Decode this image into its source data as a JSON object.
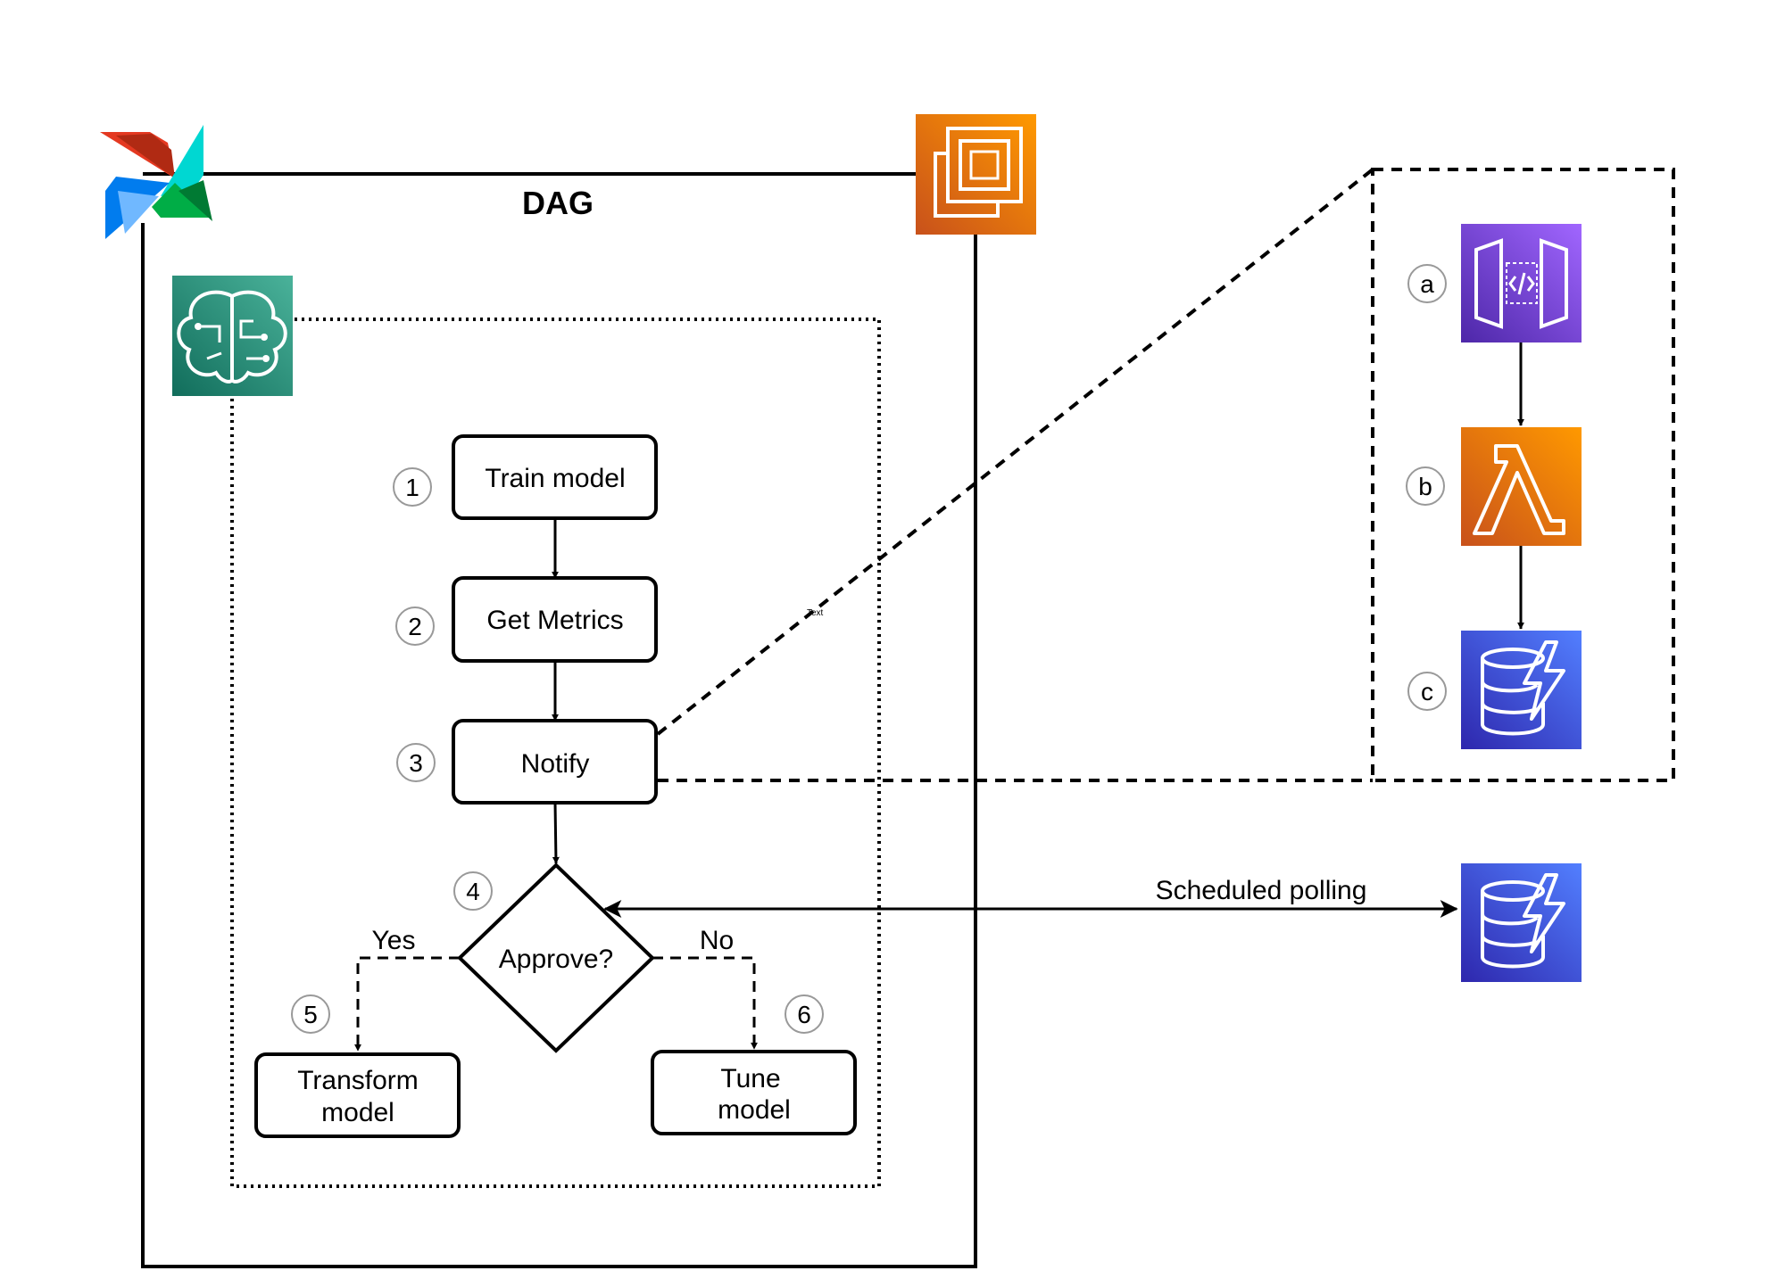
{
  "dag": {
    "title": "DAG"
  },
  "steps": {
    "train": {
      "label": "Train model",
      "badge": "1"
    },
    "metrics": {
      "label": "Get Metrics",
      "badge": "2"
    },
    "notify": {
      "label": "Notify",
      "badge": "3"
    },
    "approve": {
      "label": "Approve?",
      "badge": "4"
    },
    "transform": {
      "line1": "Transform",
      "line2": "model",
      "badge": "5"
    },
    "tune": {
      "line1": "Tune",
      "line2": "model",
      "badge": "6"
    }
  },
  "branches": {
    "yes": "Yes",
    "no": "No"
  },
  "notify_flow": {
    "a": "a",
    "b": "b",
    "c": "c",
    "tag": "Text"
  },
  "polling": {
    "label": "Scheduled polling"
  },
  "colors": {
    "airflow_red": "#e43921",
    "airflow_blue": "#017cee",
    "airflow_cyan": "#00d7d2",
    "airflow_green": "#00ad46",
    "ec2_orange": "#ed7100",
    "sagemaker_teal": "#1b8f73",
    "api_gateway_purple": "#7b3fe4",
    "lambda_orange": "#ed7100",
    "dynamodb_blue": "#3b48cc"
  },
  "icons": {
    "airflow": "airflow-logo-icon",
    "ec2": "ec2-instance-icon",
    "sagemaker": "sagemaker-brain-icon",
    "api_gateway": "api-gateway-icon",
    "lambda": "lambda-icon",
    "dynamodb": "dynamodb-icon"
  }
}
